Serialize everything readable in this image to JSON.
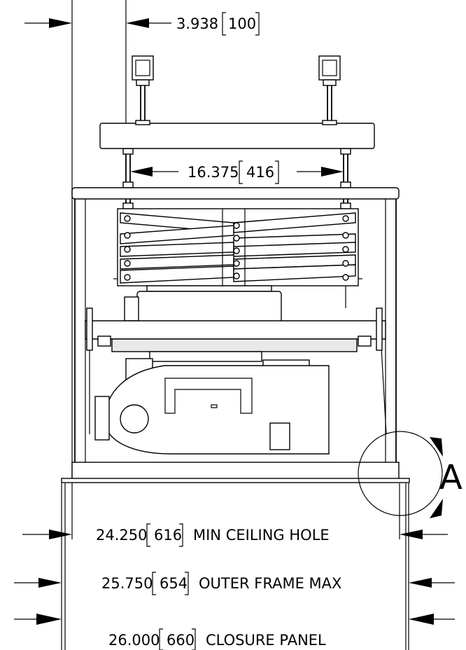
{
  "dimensions": {
    "top_offset": {
      "value": "3.938",
      "metric": "100"
    },
    "rod_spacing": {
      "value": "16.375",
      "metric": "416"
    },
    "ceiling_hole": {
      "value": "24.250",
      "metric": "616",
      "note": "MIN CEILING HOLE"
    },
    "outer_frame": {
      "value": "25.750",
      "metric": "654",
      "note": "OUTER FRAME MAX"
    },
    "closure_panel": {
      "value": "26.000",
      "metric": "660",
      "note": "CLOSURE PANEL"
    }
  },
  "detail_callout": {
    "label": "A"
  }
}
